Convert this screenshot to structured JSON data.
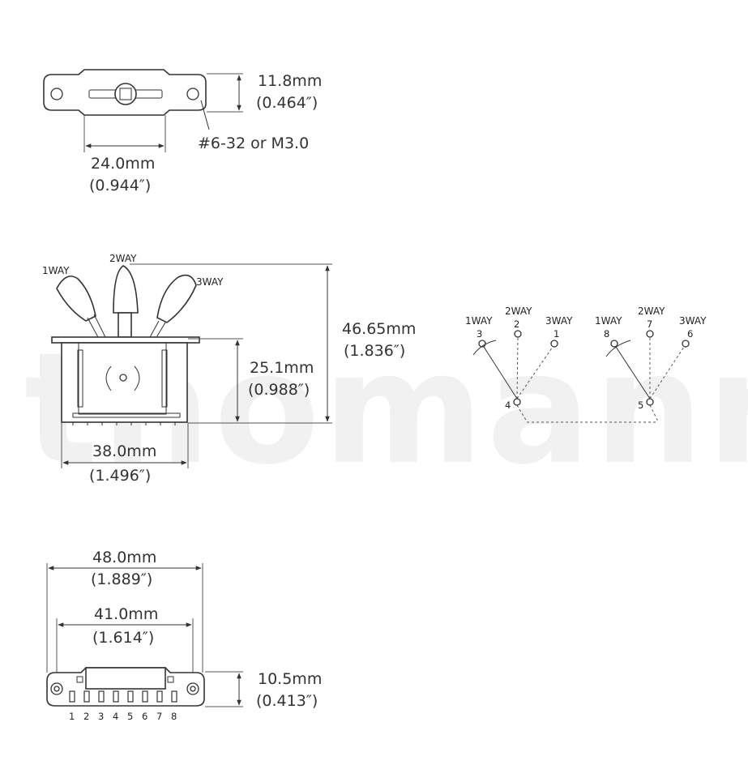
{
  "watermark": "thomann",
  "top_view": {
    "height_mm": "11.8mm",
    "height_in": "(0.464″)",
    "width_mm": "24.0mm",
    "width_in": "(0.944″)",
    "thread": "#6-32 or M3.0"
  },
  "side_view": {
    "positions": [
      "1WAY",
      "2WAY",
      "3WAY"
    ],
    "total_height_mm": "46.65mm",
    "total_height_in": "(1.836″)",
    "body_height_mm": "25.1mm",
    "body_height_in": "(0.988″)",
    "width_mm": "38.0mm",
    "width_in": "(1.496″)"
  },
  "wiring": {
    "left": {
      "labels": [
        "1WAY",
        "2WAY",
        "3WAY"
      ],
      "terminals": [
        "3",
        "2",
        "1"
      ],
      "common": "4"
    },
    "right": {
      "labels": [
        "1WAY",
        "2WAY",
        "3WAY"
      ],
      "terminals": [
        "8",
        "7",
        "6"
      ],
      "common": "5"
    }
  },
  "bottom_view": {
    "overall_mm": "48.0mm",
    "overall_in": "(1.889″)",
    "mount_mm": "41.0mm",
    "mount_in": "(1.614″)",
    "height_mm": "10.5mm",
    "height_in": "(0.413″)",
    "terminals": [
      "1",
      "2",
      "3",
      "4",
      "5",
      "6",
      "7",
      "8"
    ]
  }
}
